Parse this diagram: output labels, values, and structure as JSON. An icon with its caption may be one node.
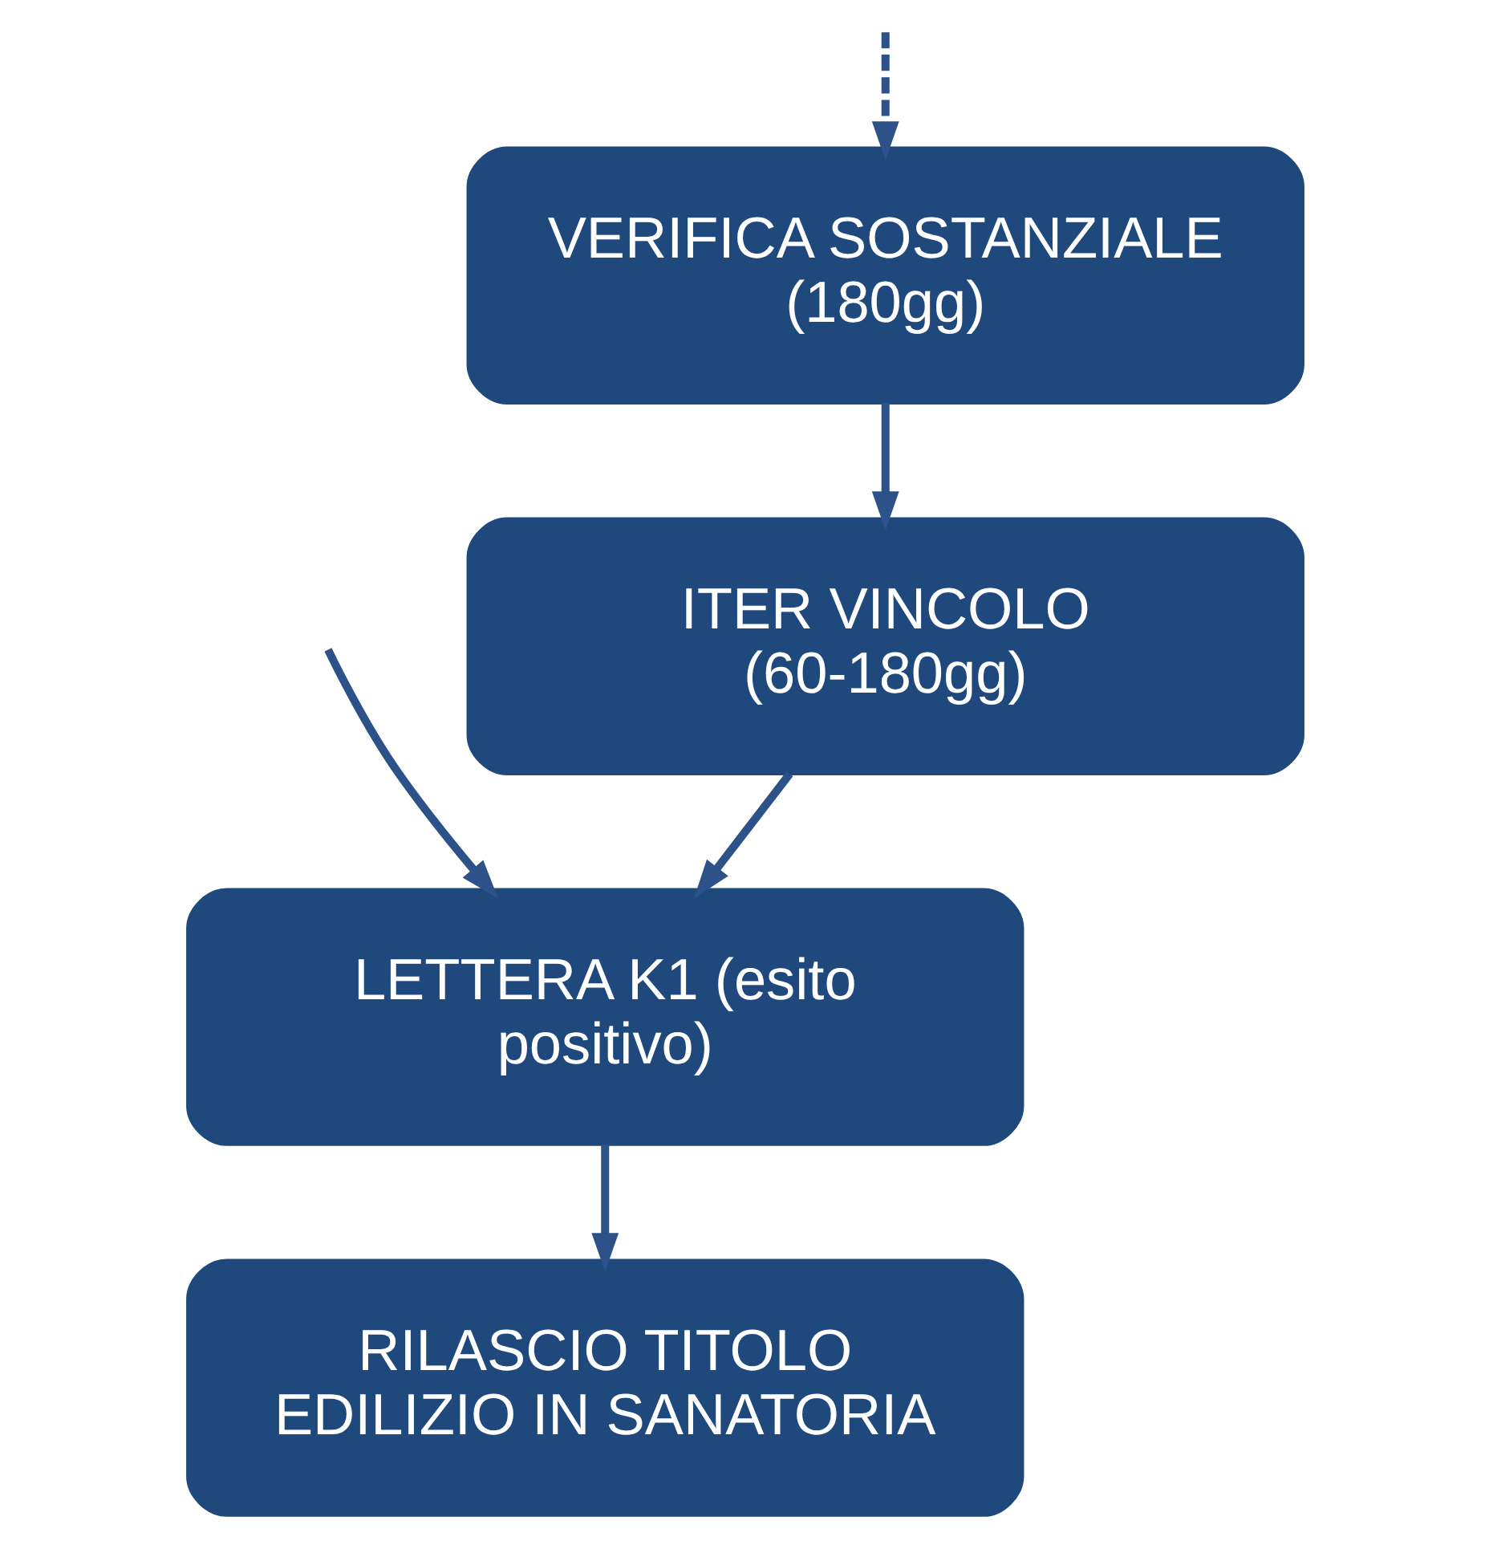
{
  "diagram": {
    "nodes": [
      {
        "text": [
          "VERIFICA SOSTANZIALE (180gg)"
        ]
      },
      {
        "text": [
          "ITER VINCOLO (60-180gg)"
        ]
      },
      {
        "text": [
          "LETTERA K1 (esito positivo)"
        ]
      },
      {
        "text": [
          "RILASCIO TITOLO EDILIZIO IN SANATORIA"
        ]
      }
    ],
    "edges": [
      {
        "from": null,
        "to": 0,
        "arrow": "to",
        "style": "dashed"
      },
      {
        "from": 0,
        "to": 1,
        "arrow": "to"
      },
      {
        "from": 1,
        "to": 2,
        "arrow": "to"
      },
      {
        "from": null,
        "to": 2,
        "arrow": "to"
      },
      {
        "from": 2,
        "to": 3,
        "arrow": "to"
      }
    ]
  }
}
